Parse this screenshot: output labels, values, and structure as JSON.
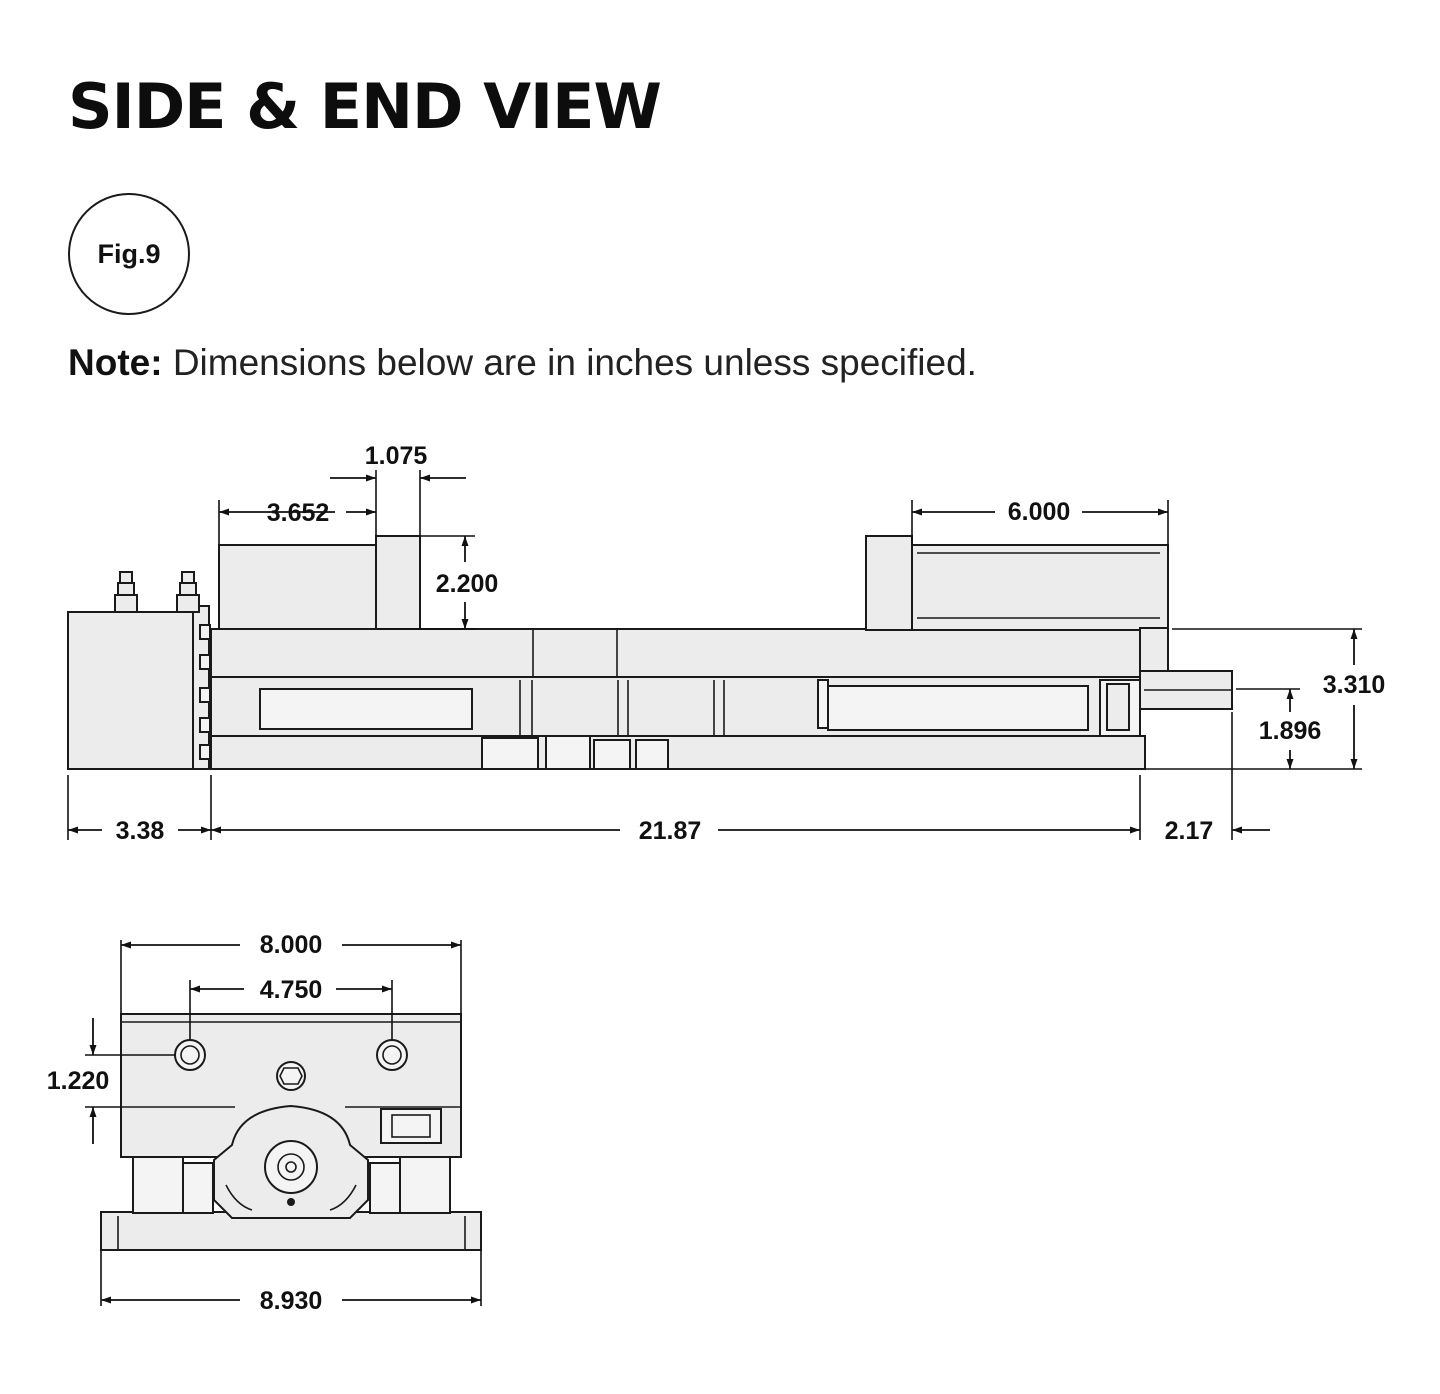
{
  "title": "SIDE & END VIEW",
  "figure_label": "Fig.9",
  "note": {
    "label": "Note:",
    "text": "Dimensions below are in inches unless specified."
  },
  "side_view": {
    "dimensions": {
      "jaw_offset": "3.652",
      "jaw_width": "1.075",
      "jaw_height": "2.200",
      "jaw_opening": "6.000",
      "overall_height": "3.310",
      "screw_height": "1.896",
      "cylinder_length": "3.38",
      "body_length": "21.87",
      "screw_extension": "2.17"
    }
  },
  "end_view": {
    "dimensions": {
      "body_width": "8.000",
      "hole_spacing": "4.750",
      "hole_height": "1.220",
      "base_width": "8.930"
    }
  }
}
